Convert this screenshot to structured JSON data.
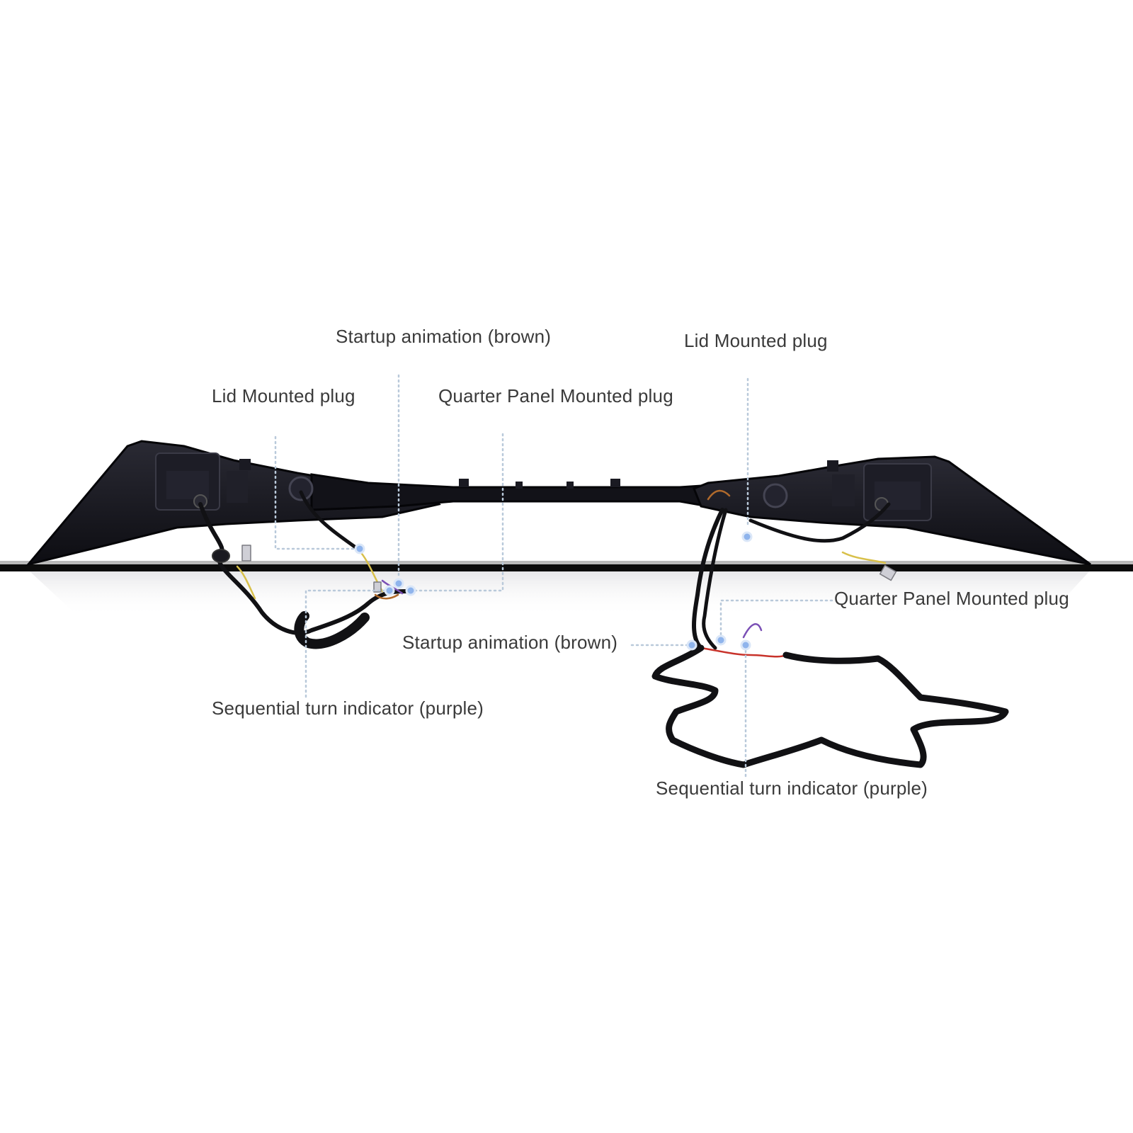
{
  "colors": {
    "background": "#ffffff",
    "label_text": "#3a3a3a",
    "leader_line": "#b9c9da",
    "marker": "#8fb4ec",
    "light_bar_body": "#16161c",
    "wire_black": "#111114",
    "wire_brown": "#b06a2c",
    "wire_purple": "#7a4fb5",
    "wire_yellow": "#d8c04a",
    "wire_red": "#c8332b",
    "floor_reflection": "#e8e8ec"
  },
  "callouts": {
    "startup_left": "Startup animation (brown)",
    "lid_left": "Lid Mounted plug",
    "quarter_left": "Quarter Panel Mounted plug",
    "lid_right": "Lid Mounted plug",
    "quarter_right": "Quarter Panel Mounted plug",
    "startup_right": "Startup animation (brown)",
    "sequential_left": "Sequential turn indicator (purple)",
    "sequential_right": "Sequential turn indicator (purple)"
  }
}
